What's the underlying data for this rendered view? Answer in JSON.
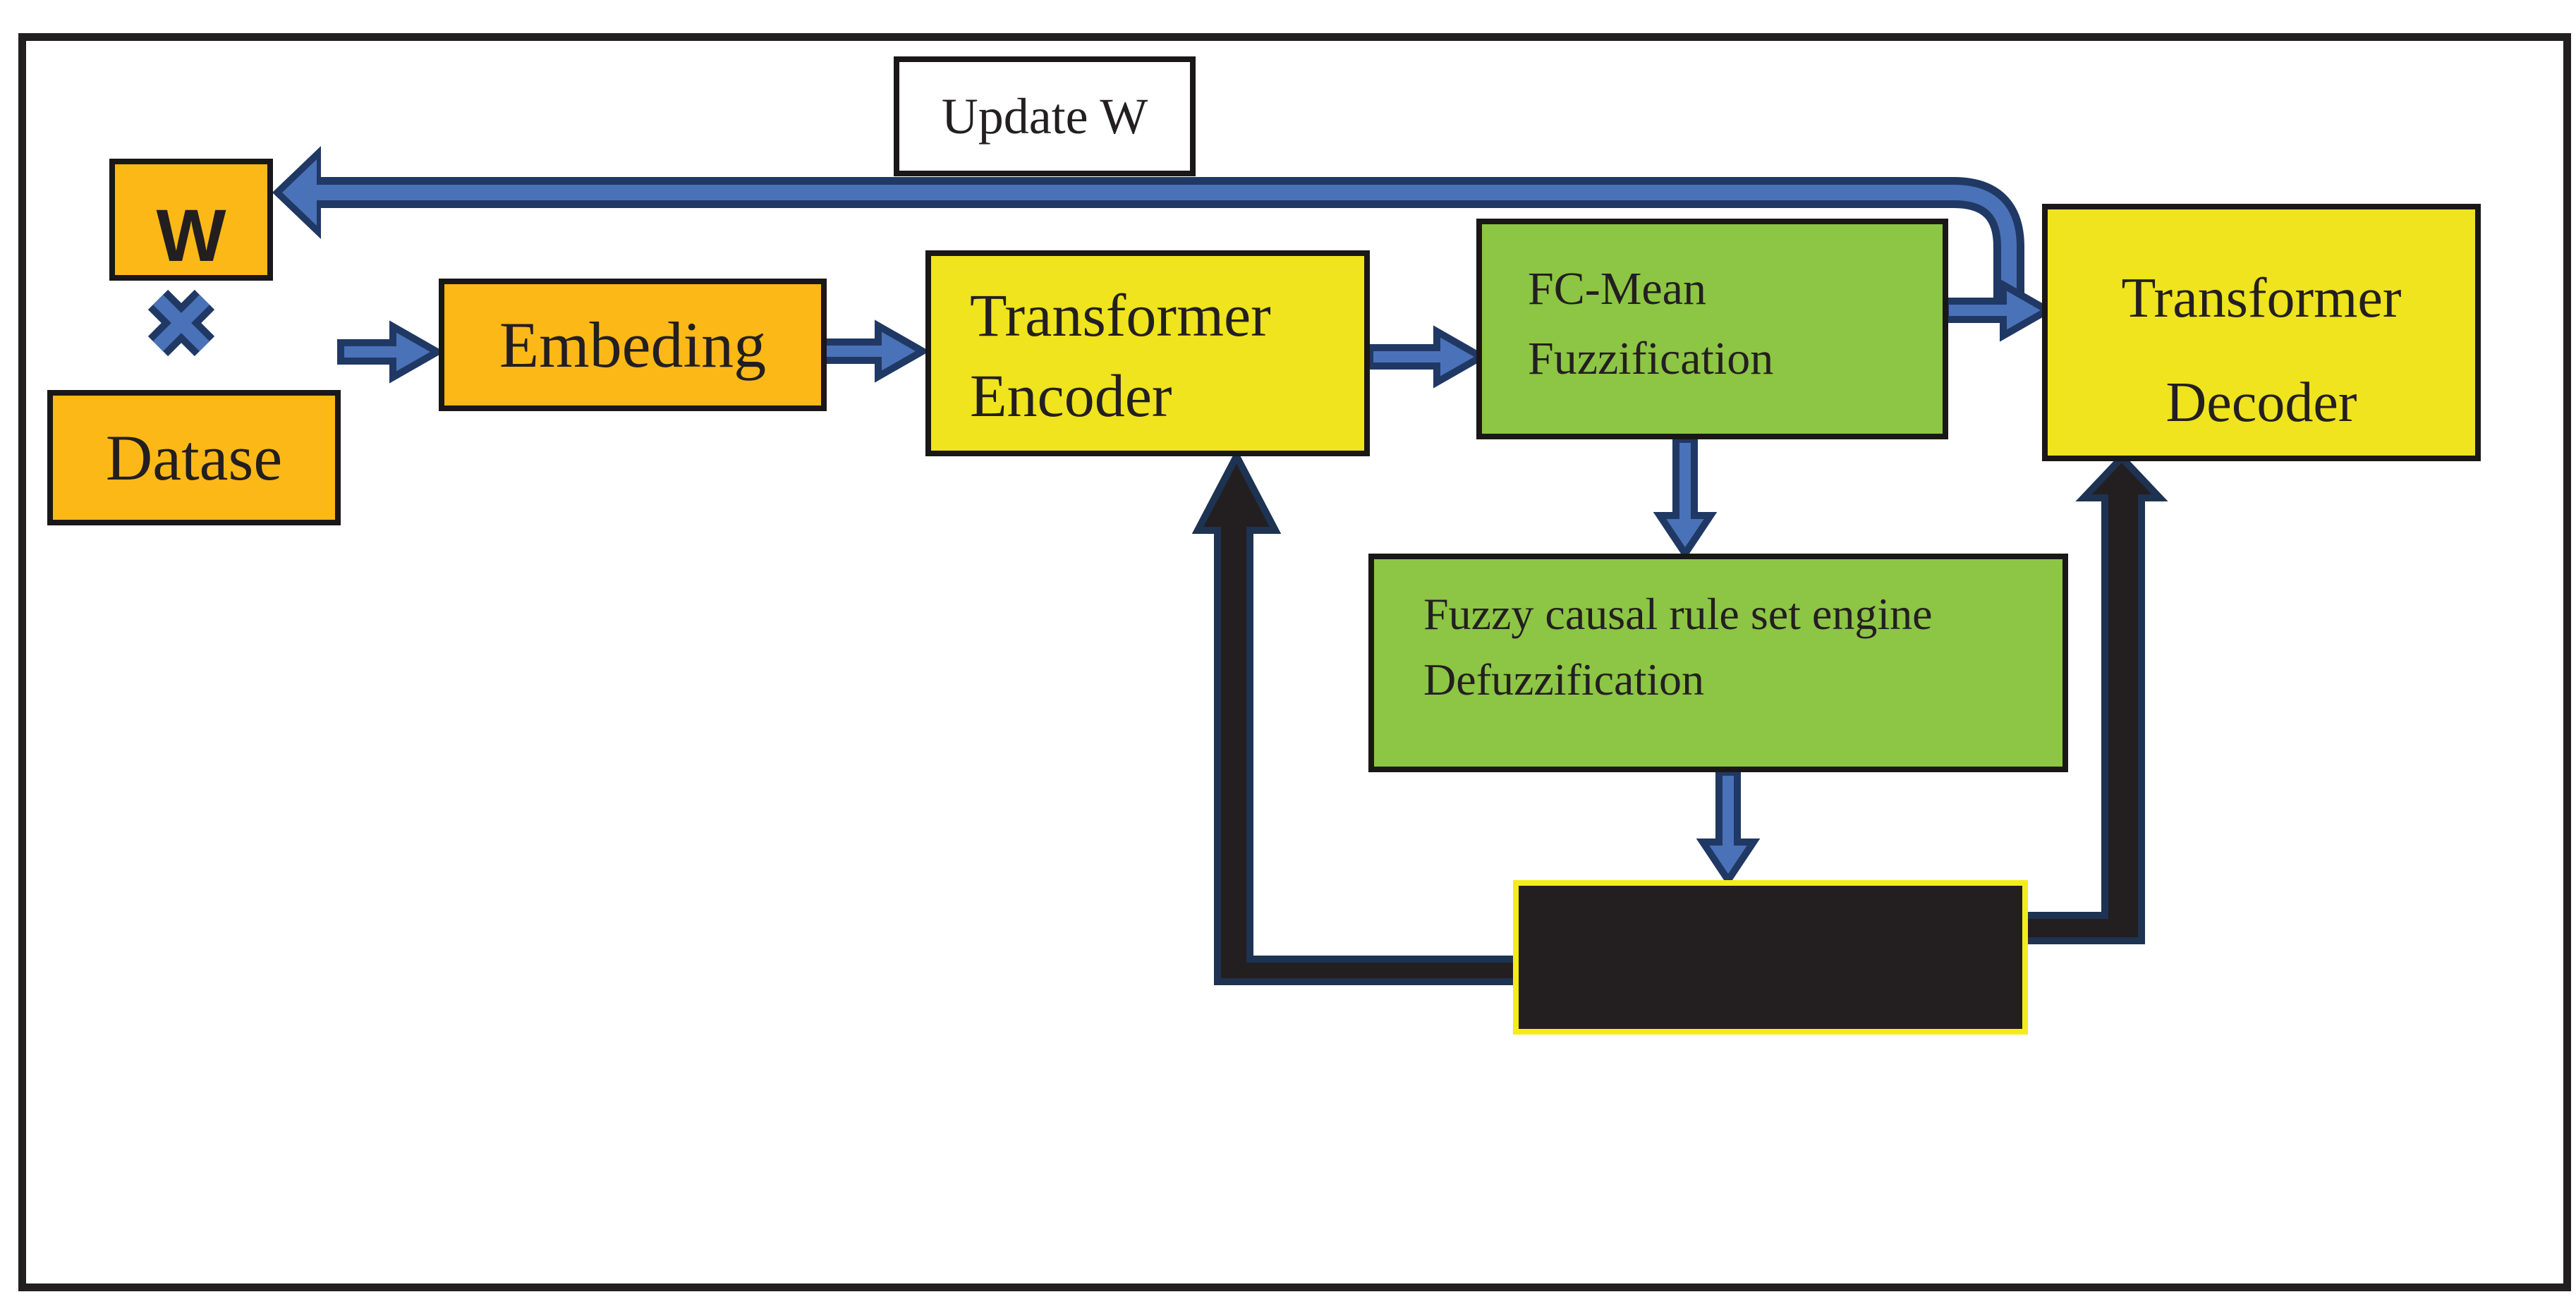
{
  "diagram": {
    "title": "Transformer fuzzy training loop diagram",
    "colors": {
      "orange": "#FCB816",
      "yellow": "#EFE41D",
      "green": "#8DC544",
      "arrow_blue": "#4A72B8",
      "arrow_navy": "#203864",
      "connector_black": "#231F20",
      "black_box_border": "#F3EC19",
      "box_border": "#1A1718",
      "text": "#231F20",
      "background": "#FFFFFF"
    },
    "nodes": {
      "w": {
        "label": "W"
      },
      "multiply": {
        "symbol": "×"
      },
      "dataset": {
        "label": "Datase"
      },
      "embedding": {
        "label": "Embeding"
      },
      "update_w": {
        "label": "Update W"
      },
      "encoder": {
        "label_line1": "Transformer",
        "label_line2": "Encoder"
      },
      "fc_mean": {
        "label_line1": "FC-Mean",
        "label_line2": "Fuzzification"
      },
      "decoder": {
        "label_line1": "Transformer",
        "label_line2": "Decoder"
      },
      "fuzzy_engine": {
        "label_line1": "Fuzzy causal rule set engine",
        "label_line2": "Defuzzification"
      },
      "black_box": {
        "label": ""
      }
    }
  }
}
